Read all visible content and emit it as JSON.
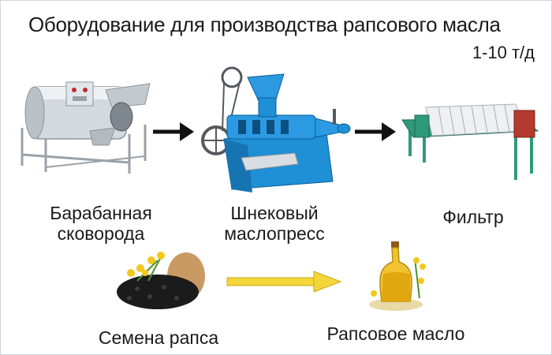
{
  "title": "Оборудование для производства рапсового масла",
  "capacity": "1-10 т/д",
  "steps": [
    {
      "label": "Барабанная сковорода",
      "icon": "drum-roaster-icon"
    },
    {
      "label": "Шнековый маслопресс",
      "icon": "screw-oil-press-icon"
    },
    {
      "label": "Фильтр",
      "icon": "filter-press-icon"
    }
  ],
  "input": {
    "label": "Семена рапса",
    "icon": "rapeseed-icon"
  },
  "output": {
    "label": "Рапсовое масло",
    "icon": "oil-bottle-icon"
  },
  "colors": {
    "arrow_black": "#111111",
    "arrow_yellow": "#f4d63a",
    "press_blue": "#1f8fd6",
    "filter_green": "#2f9a7a",
    "steel": "#c9ced3"
  }
}
